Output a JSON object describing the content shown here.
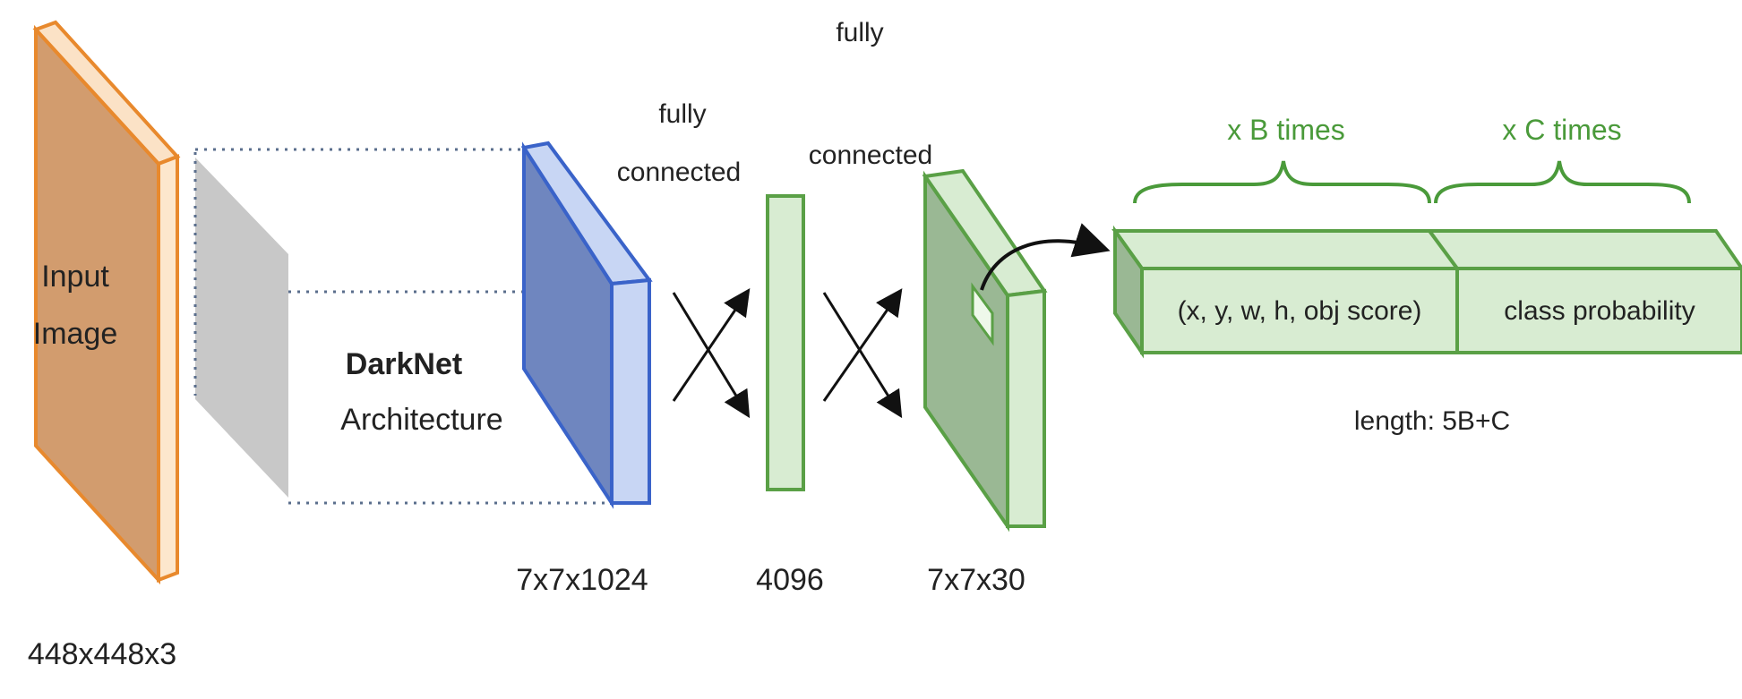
{
  "colors": {
    "input_face": "#d29c6e",
    "input_edge": "#e8892d",
    "input_side": "#fde7cd",
    "darknet_plane": "#c8c8c8",
    "blue_face": "#6f86bf",
    "blue_side": "#c8d6f4",
    "blue_edge": "#3a63c9",
    "green_fill": "#d8ecd2",
    "green_dark": "#9ab894",
    "green_edge": "#5aa046",
    "label_green": "#4a9a3a",
    "text": "#222222",
    "dots": "#5a6e8c"
  },
  "input": {
    "label_line1": "Input",
    "label_line2": "Image",
    "dims": "448x448x3"
  },
  "darknet": {
    "title": "DarkNet",
    "subtitle": "Architecture"
  },
  "features": {
    "dims": "7x7x1024"
  },
  "fc1": {
    "label_line1": "fully",
    "label_line2": "connected"
  },
  "dense": {
    "dims": "4096"
  },
  "fc2": {
    "label_line1": "fully",
    "label_line2": "connected"
  },
  "output": {
    "dims": "7x7x30"
  },
  "vector": {
    "bbox_text": "(x, y, w, h, obj score)",
    "class_text": "class probability",
    "b_times": "x B times",
    "c_times": "x C times",
    "length": "length: 5B+C"
  }
}
